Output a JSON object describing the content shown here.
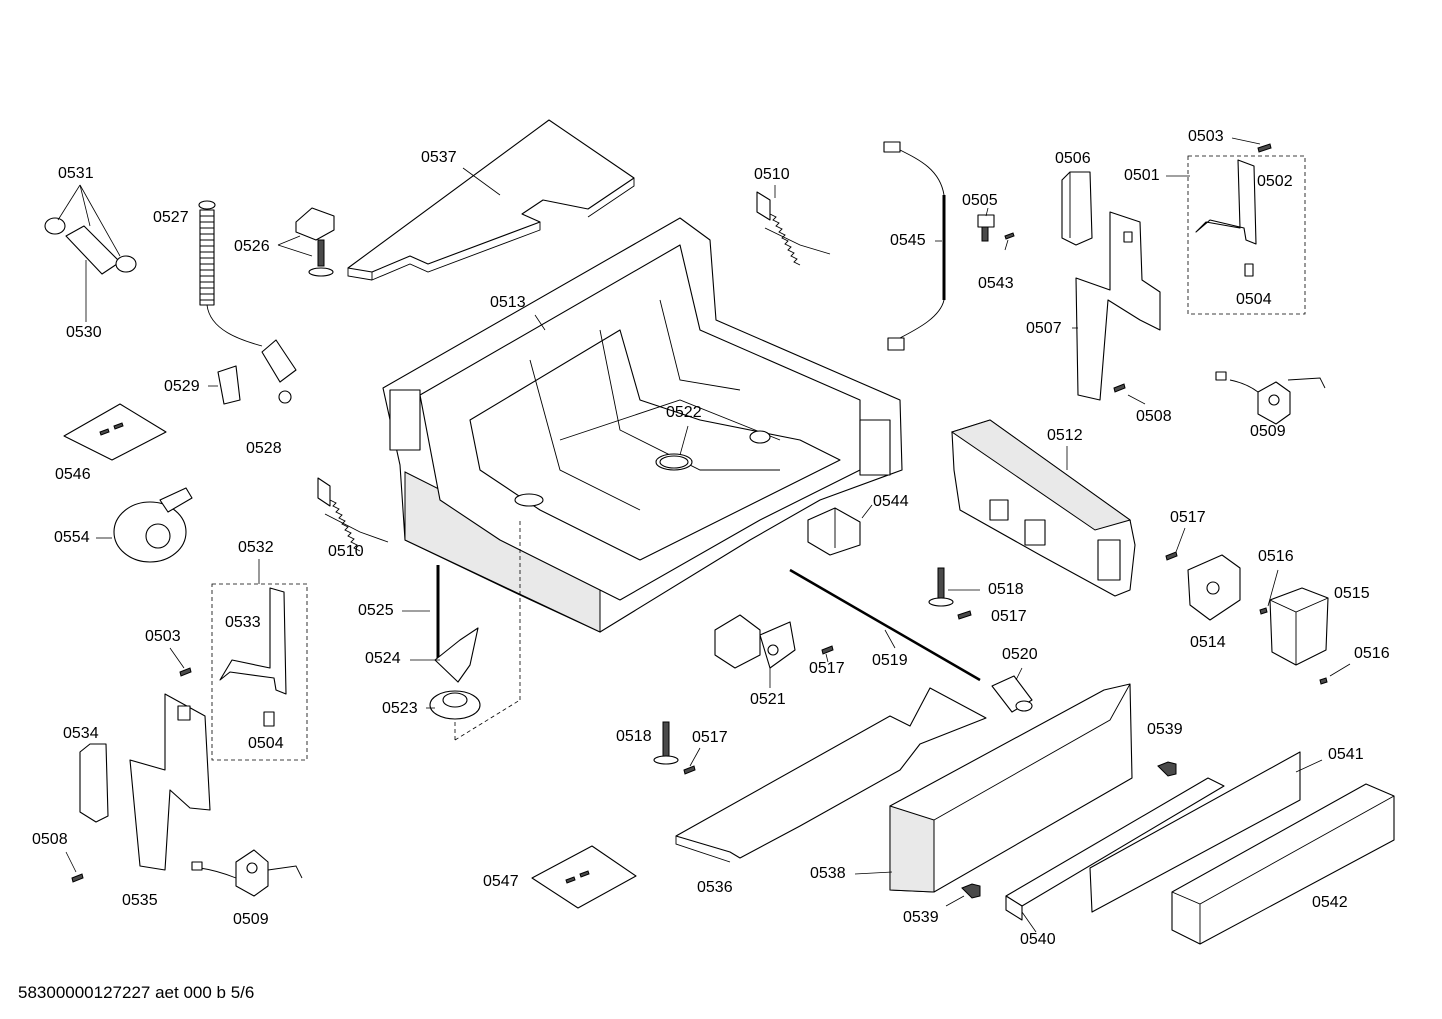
{
  "labels": {
    "p0501": "0501",
    "p0502": "0502",
    "p0503a": "0503",
    "p0503b": "0503",
    "p0504a": "0504",
    "p0504b": "0504",
    "p0505": "0505",
    "p0506": "0506",
    "p0507": "0507",
    "p0508a": "0508",
    "p0508b": "0508",
    "p0509a": "0509",
    "p0509b": "0509",
    "p0510a": "0510",
    "p0510b": "0510",
    "p0512": "0512",
    "p0513": "0513",
    "p0514": "0514",
    "p0515": "0515",
    "p0516a": "0516",
    "p0516b": "0516",
    "p0517a": "0517",
    "p0517b": "0517",
    "p0517c": "0517",
    "p0517d": "0517",
    "p0518a": "0518",
    "p0518b": "0518",
    "p0519": "0519",
    "p0520": "0520",
    "p0521": "0521",
    "p0522": "0522",
    "p0523": "0523",
    "p0524": "0524",
    "p0525": "0525",
    "p0526": "0526",
    "p0527": "0527",
    "p0528": "0528",
    "p0529": "0529",
    "p0530": "0530",
    "p0531": "0531",
    "p0532": "0532",
    "p0533": "0533",
    "p0534": "0534",
    "p0535": "0535",
    "p0536": "0536",
    "p0537": "0537",
    "p0538": "0538",
    "p0539a": "0539",
    "p0539b": "0539",
    "p0540": "0540",
    "p0541": "0541",
    "p0542": "0542",
    "p0543": "0543",
    "p0544": "0544",
    "p0545": "0545",
    "p0546": "0546",
    "p0547": "0547",
    "p0554": "0554"
  },
  "footer": "58300000127227 aet 000 b 5/6"
}
